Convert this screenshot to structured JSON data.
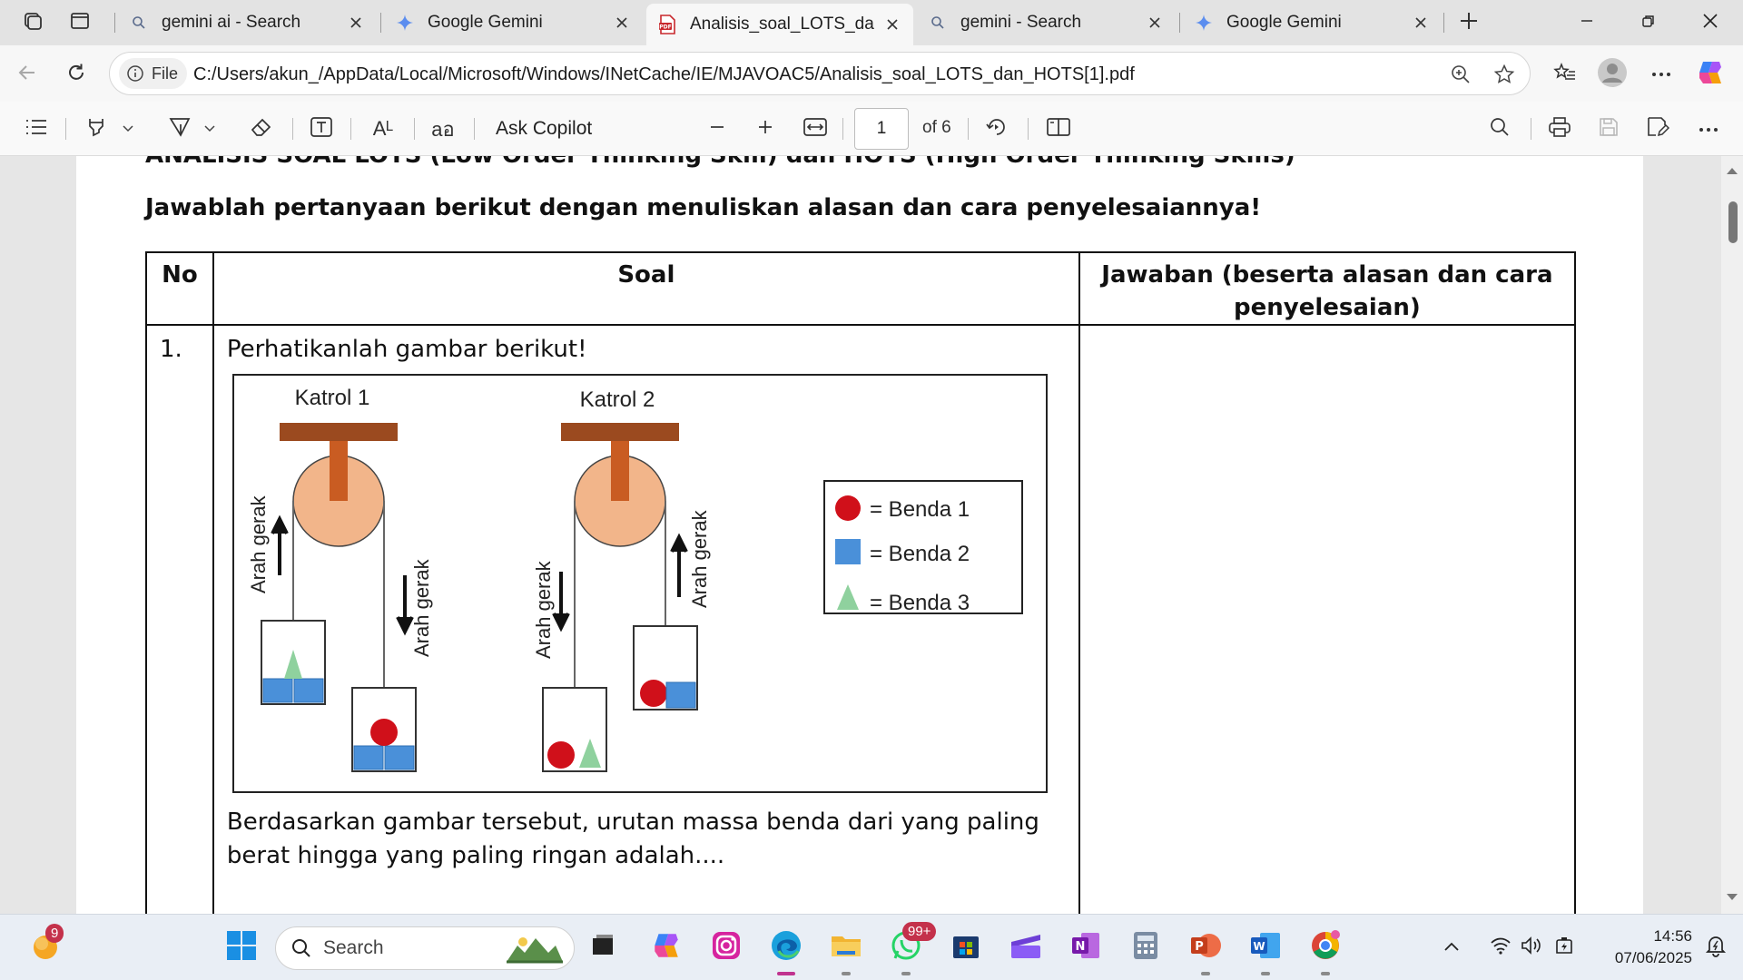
{
  "tabs": [
    {
      "title": "gemini ai - Search",
      "icon": "search-icon",
      "active": false
    },
    {
      "title": "Google Gemini",
      "icon": "gemini-sparkle-icon",
      "active": false
    },
    {
      "title": "Analisis_soal_LOTS_dan_H",
      "icon": "pdf-icon",
      "active": true
    },
    {
      "title": "gemini - Search",
      "icon": "search-icon",
      "active": false
    },
    {
      "title": "Google Gemini",
      "icon": "gemini-sparkle-icon",
      "active": false
    }
  ],
  "address_bar": {
    "chip_label": "File",
    "url": "C:/Users/akun_/AppData/Local/Microsoft/Windows/INetCache/IE/MJAVOAC5/Analisis_soal_LOTS_dan_HOTS[1].pdf"
  },
  "pdf_toolbar": {
    "ask_copilot": "Ask Copilot",
    "read_aloud": "Aᴸ",
    "translate": "aอ",
    "page_current": "1",
    "page_total": "of 6"
  },
  "document": {
    "cut_title": "ANALISIS SOAL LOTS (Low Order Thinking Skill) dan HOTS (High Order Thinking Skills)",
    "instruction": "Jawablah pertanyaan berikut dengan menuliskan alasan dan cara penyelesaiannya!",
    "table": {
      "headers": {
        "no": "No",
        "soal": "Soal",
        "jawaban_line1": "Jawaban (beserta alasan dan cara",
        "jawaban_line2": "penyelesaian)"
      },
      "rows": [
        {
          "no": "1.",
          "prompt": "Perhatikanlah gambar berikut!",
          "question_line1": "Berdasarkan gambar tersebut, urutan massa benda dari yang paling",
          "question_line2": "berat hingga yang paling ringan adalah....",
          "answer": ""
        }
      ]
    },
    "figure": {
      "pulley1_label": "Katrol 1",
      "pulley2_label": "Katrol 2",
      "arrow_label": "Arah gerak",
      "legend": [
        {
          "label": "= Benda 1",
          "shape": "red-circle",
          "color": "#d0101a"
        },
        {
          "label": "= Benda 2",
          "shape": "blue-square",
          "color": "#4a90d9"
        },
        {
          "label": "= Benda 3",
          "shape": "green-triangle",
          "color": "#8fd19e"
        }
      ],
      "colors": {
        "beam": "#9b4a1f",
        "pulley": "#f2b58a",
        "axle": "#c95c22"
      }
    }
  },
  "taskbar": {
    "weather_badge": "9",
    "search_placeholder": "Search",
    "whatsapp_badge": "99+",
    "clock_time": "14:56",
    "clock_date": "07/06/2025"
  }
}
